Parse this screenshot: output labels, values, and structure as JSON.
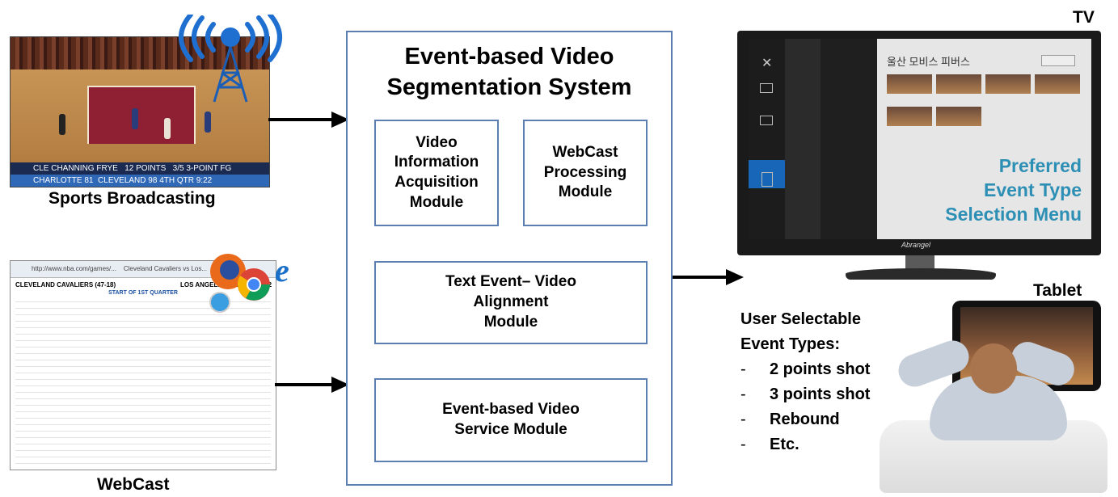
{
  "sources": {
    "broadcast_label": "Sports Broadcasting",
    "webcast_label": "WebCast",
    "scoreboard": {
      "player": "CLE  CHANNING FRYE",
      "points": "12 POINTS",
      "stat": "3/5 3-POINT FG",
      "away_team": "CHARLOTTE",
      "away_score": "81",
      "home_team": "CLEVELAND",
      "home_score": "98",
      "period": "4TH QTR",
      "clock": "9:22"
    },
    "webcast_page": {
      "url": "http://www.nba.com/games/...",
      "tab": "Cleveland Cavaliers vs Los...",
      "home_header": "CLEVELAND CAVALIERS (47-18)",
      "away_header": "LOS ANGELES CLIPPERS (42",
      "quarter": "START OF 1ST QUARTER"
    }
  },
  "system": {
    "title_line1": "Event-based Video",
    "title_line2": "Segmentation System",
    "modules": [
      {
        "line1": "Video",
        "line2": "Information",
        "line3": "Acquisition",
        "line4": "Module"
      },
      {
        "line1": "WebCast",
        "line2": "Processing",
        "line3": "Module"
      },
      {
        "line1": "Text Event– Video",
        "line2": "Alignment",
        "line3": "Module"
      },
      {
        "line1": "Event-based Video",
        "line2": "Service Module"
      }
    ]
  },
  "outputs": {
    "tv_label": "TV",
    "tablet_label": "Tablet",
    "tv_menu_line1": "Preferred",
    "tv_menu_line2": "Event Type",
    "tv_menu_line3": "Selection Menu",
    "tv_screen_title": "울산 모비스 피버스",
    "tv_brand": "Abrangel",
    "event_types_title_line1": "User Selectable",
    "event_types_title_line2": "Event Types:",
    "event_types": [
      "2 points shot",
      "3 points shot",
      "Rebound",
      "Etc."
    ],
    "bullet": "-"
  },
  "colors": {
    "box_border": "#5b7fb0",
    "menu_text": "#2e8fb5",
    "signal_blue": "#1f6fd1"
  }
}
